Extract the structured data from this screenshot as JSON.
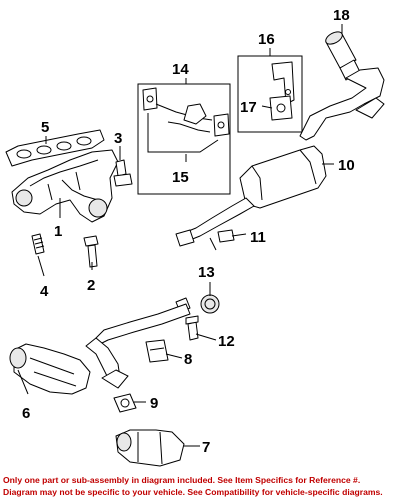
{
  "diagram": {
    "callouts": [
      "1",
      "2",
      "3",
      "4",
      "5",
      "6",
      "7",
      "8",
      "9",
      "10",
      "11",
      "12",
      "13",
      "14",
      "15",
      "16",
      "17",
      "18"
    ]
  },
  "footer": {
    "line1": "Only one part or sub-assembly in diagram included. See Item Specifics for Reference #.",
    "line2": "Diagram may not be specific to your vehicle. See Compatibility for vehicle-specific diagrams.",
    "color": "#c00000"
  }
}
